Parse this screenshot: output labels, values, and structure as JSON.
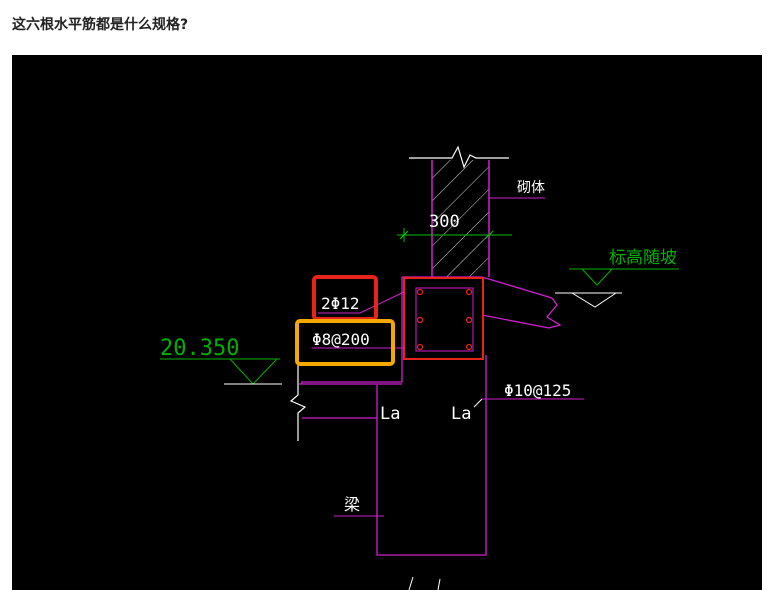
{
  "question": "这六根水平筋都是什么规格?",
  "colors": {
    "background": "#000000",
    "concrete": "#d020d0",
    "masonry_text": "#ffffff",
    "dimension": "#00c000",
    "elevation": "#00b000",
    "rebar_box": "#e8241a",
    "highlight_red": "#e8241a",
    "highlight_orange": "#f5a800",
    "label_white": "#ffffff"
  },
  "drawing": {
    "masonry_label": "砌体",
    "wall_thickness": "300",
    "elevation_note": "标高随坡",
    "elevation_value": "20.350",
    "top_rebar": "2Φ12",
    "stirrup": "Φ8@200",
    "slab_rebar": "Φ10@125",
    "anchor_left": "La",
    "anchor_right": "La",
    "beam_label": "梁"
  }
}
